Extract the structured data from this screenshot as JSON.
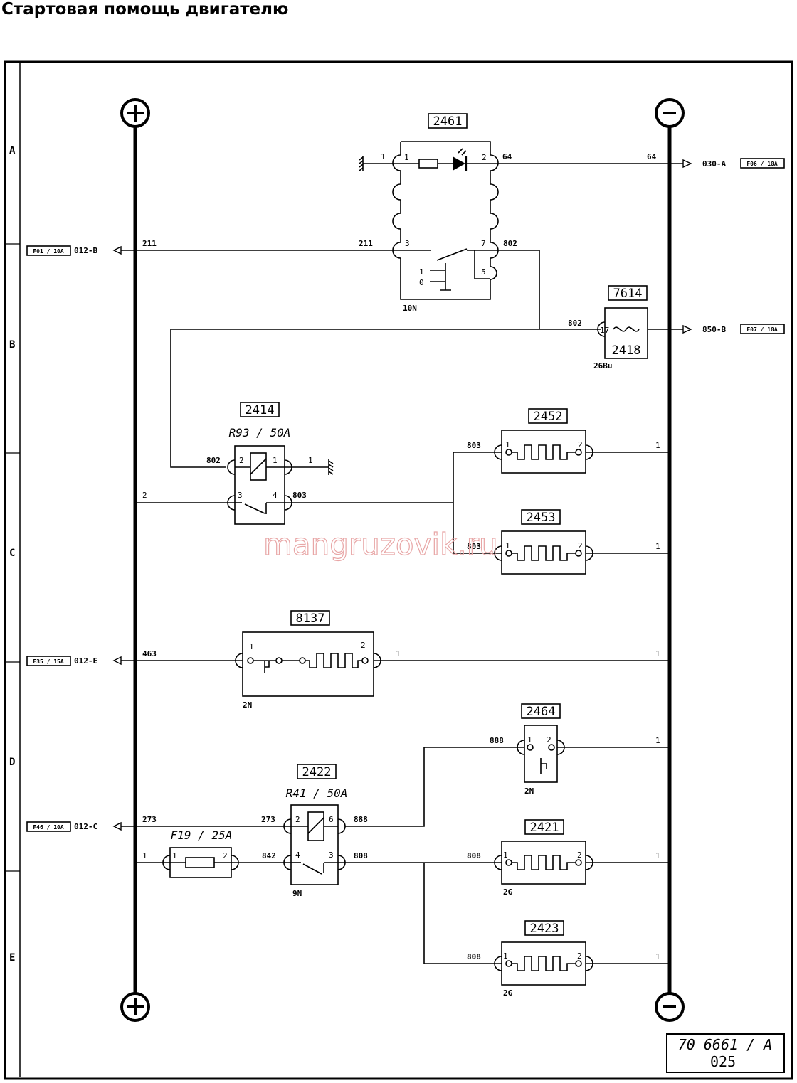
{
  "title": "Стартовая помощь двигателю",
  "row_labels": [
    "A",
    "B",
    "C",
    "D",
    "E"
  ],
  "bus": {
    "plus": "+",
    "minus": "−"
  },
  "components": {
    "c2461": {
      "id": "2461",
      "pins": [
        "1",
        "2",
        "3",
        "7",
        "5"
      ],
      "switch_labels": [
        "1",
        "0"
      ],
      "connector": "10N"
    },
    "c7614": {
      "id": "7614",
      "sub": "2418",
      "pin": "17",
      "connector": "26Bu"
    },
    "c2414": {
      "id": "2414",
      "rating": "R93 / 50A",
      "pins": [
        "2",
        "1",
        "3",
        "4"
      ]
    },
    "c2452": {
      "id": "2452",
      "pins": [
        "1",
        "2"
      ]
    },
    "c2453": {
      "id": "2453",
      "pins": [
        "1",
        "2"
      ]
    },
    "c8137": {
      "id": "8137",
      "pins": [
        "1",
        "2"
      ],
      "connector": "2N"
    },
    "c2464": {
      "id": "2464",
      "pins": [
        "1",
        "2"
      ],
      "connector": "2N"
    },
    "c2422": {
      "id": "2422",
      "rating": "R41 / 50A",
      "pins": [
        "2",
        "6",
        "4",
        "3"
      ],
      "connector": "9N"
    },
    "c2421": {
      "id": "2421",
      "pins": [
        "1",
        "2"
      ],
      "connector": "2G"
    },
    "c2423": {
      "id": "2423",
      "pins": [
        "1",
        "2"
      ],
      "connector": "2G"
    },
    "fuse_f19": {
      "label": "F19 / 25A",
      "pins": [
        "1",
        "2"
      ]
    }
  },
  "wires": {
    "w1a": "1",
    "w64a": "64",
    "w64b": "64",
    "w211a": "211",
    "w211b": "211",
    "w802a": "802",
    "w802b": "802",
    "w802c": "802",
    "w1g": "1",
    "w2c": "2",
    "w803a": "803",
    "w803b": "803",
    "w803c": "803",
    "w1_2452": "1",
    "w1_2453": "1",
    "w463": "463",
    "w1_8137a": "1",
    "w1_8137b": "1",
    "w888a": "888",
    "w888b": "888",
    "w1_2464": "1",
    "w273a": "273",
    "w273b": "273",
    "w1fuse": "1",
    "w842": "842",
    "w808a": "808",
    "w808b": "808",
    "w808c": "808",
    "w1_2421": "1",
    "w1_2423": "1"
  },
  "references": {
    "r030A": {
      "text": "030-A",
      "fuse": "F06 / 10A"
    },
    "r012B": {
      "text": "012-B",
      "fuse": "F01 / 10A"
    },
    "r850B": {
      "text": "850-B",
      "fuse": "F07 / 10A"
    },
    "r012E": {
      "text": "012-E",
      "fuse": "F35 / 15A"
    },
    "r012C": {
      "text": "012-C",
      "fuse": "F46 / 10A"
    }
  },
  "watermark": "mangruzovik.ru",
  "title_block": {
    "code": "70 6661 / A",
    "page": "025"
  }
}
